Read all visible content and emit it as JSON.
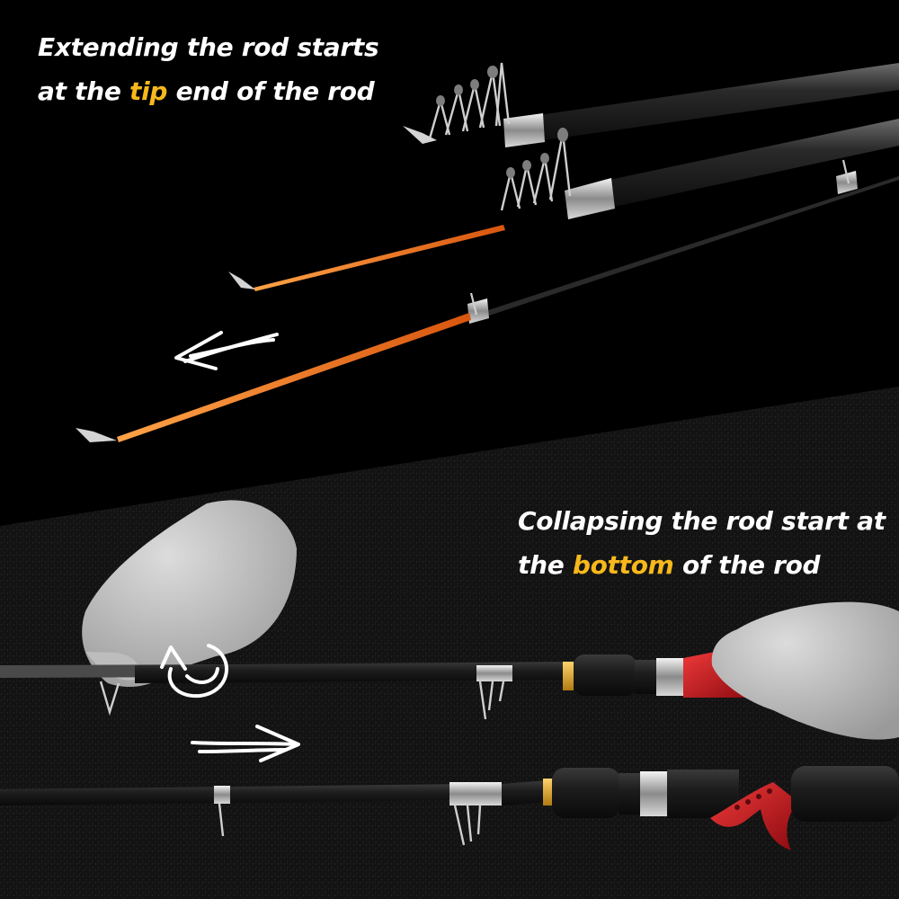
{
  "captions": {
    "top": {
      "line1": "Extending the rod starts",
      "line2_before": "at the ",
      "line2_highlight": "tip",
      "line2_after": " end of the rod"
    },
    "bottom": {
      "line1": "Collapsing the rod start at",
      "line2_before": "the ",
      "line2_highlight": "bottom",
      "line2_after": " of the rod"
    }
  },
  "colors": {
    "background_top": "#000000",
    "background_bottom": "#141414",
    "highlight": "#f7b81b",
    "caption_text": "#ffffff",
    "rod_tip_orange": "#e8721c",
    "reel_seat_red": "#c0141c",
    "rod_blank": "#1c1c1c"
  },
  "icons": [
    "arrow-left-icon",
    "rotate-arrow-icon",
    "arrow-right-icon"
  ]
}
